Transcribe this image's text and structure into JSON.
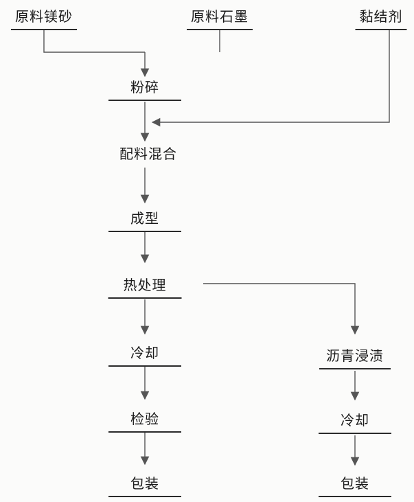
{
  "nodes": {
    "raw_magnesia": "原料镁砂",
    "raw_graphite": "原料石墨",
    "binder": "黏结剂",
    "crushing": "粉碎",
    "batching_mixing": "配料混合",
    "forming": "成型",
    "heat_treatment": "热处理",
    "cooling_1": "冷却",
    "inspection": "检验",
    "packing_1": "包装",
    "pitch_impregnation": "沥青浸渍",
    "cooling_2": "冷却",
    "packing_2": "包装"
  },
  "colors": {
    "line": "#555555",
    "rule": "#2a2a2a",
    "text": "#1a1a1a"
  }
}
